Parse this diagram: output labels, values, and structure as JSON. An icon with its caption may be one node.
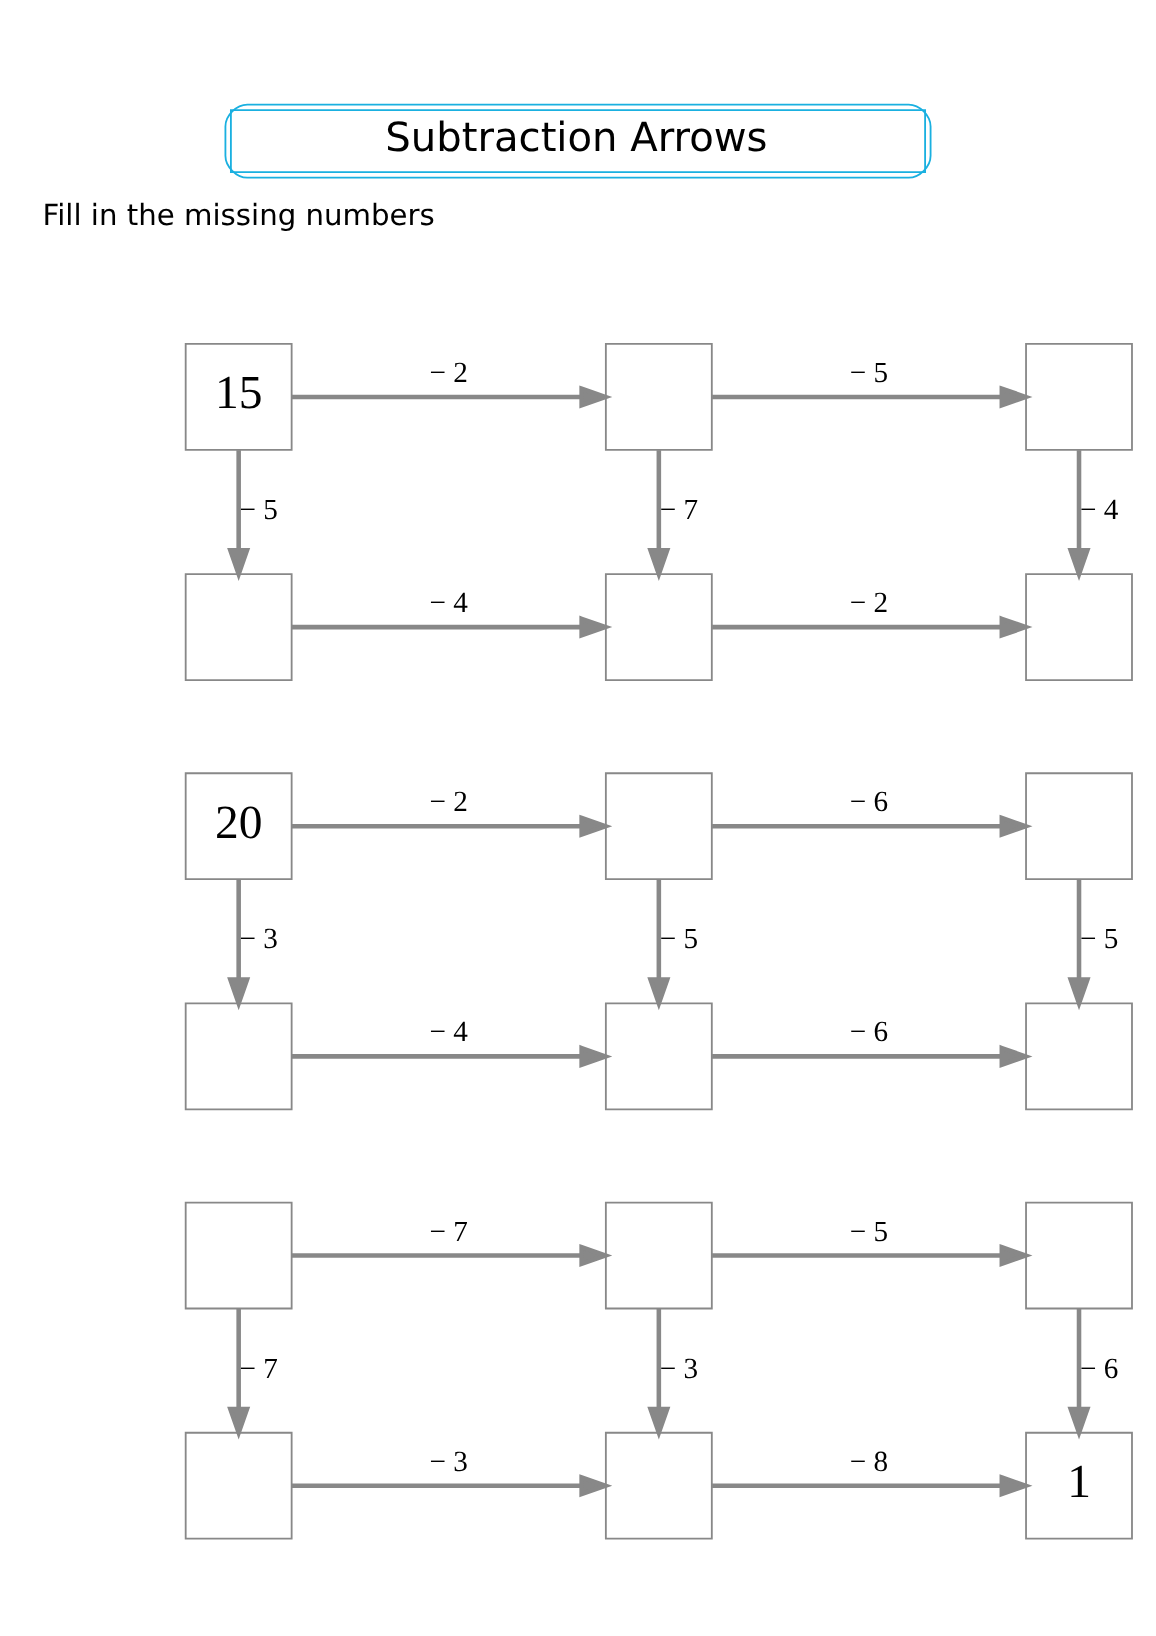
{
  "diagram": {
    "title": "Subtraction Arrows",
    "nodes": [
      {
        "text": [
          "15"
        ]
      },
      {
        "text": [],
        "shape": "box"
      },
      {
        "text": [],
        "shape": "box"
      },
      {
        "text": [],
        "shape": "box"
      },
      {
        "text": [],
        "shape": "box"
      },
      {
        "text": [],
        "shape": "box"
      },
      {
        "text": [
          "20"
        ]
      },
      {
        "text": [],
        "shape": "box"
      },
      {
        "text": [],
        "shape": "box"
      },
      {
        "text": [],
        "shape": "box"
      },
      {
        "text": [],
        "shape": "box"
      },
      {
        "text": [],
        "shape": "box"
      },
      {
        "text": [],
        "shape": "box"
      },
      {
        "text": [],
        "shape": "box"
      },
      {
        "text": [],
        "shape": "box"
      },
      {
        "text": [],
        "shape": "box"
      },
      {
        "text": [],
        "shape": "box"
      },
      {
        "text": [
          "1"
        ]
      }
    ],
    "edges": [
      {
        "from": 0,
        "to": 1,
        "arrow": "to",
        "label": "− 2"
      },
      {
        "from": 1,
        "to": 2,
        "arrow": "to",
        "label": "− 5"
      },
      {
        "from": 0,
        "to": 3,
        "arrow": "to",
        "label": "− 5"
      },
      {
        "from": 1,
        "to": 4,
        "arrow": "to",
        "label": "− 7"
      },
      {
        "from": 2,
        "to": 5,
        "arrow": "to",
        "label": "− 4"
      },
      {
        "from": 3,
        "to": 4,
        "arrow": "to",
        "label": "− 4"
      },
      {
        "from": 4,
        "to": 5,
        "arrow": "to",
        "label": "− 2"
      },
      {
        "from": 6,
        "to": 7,
        "arrow": "to",
        "label": "− 2"
      },
      {
        "from": 7,
        "to": 8,
        "arrow": "to",
        "label": "− 6"
      },
      {
        "from": 6,
        "to": 9,
        "arrow": "to",
        "label": "− 3"
      },
      {
        "from": 7,
        "to": 10,
        "arrow": "to",
        "label": "− 5"
      },
      {
        "from": 8,
        "to": 11,
        "arrow": "to",
        "label": "− 5"
      },
      {
        "from": 9,
        "to": 10,
        "arrow": "to",
        "label": "− 4"
      },
      {
        "from": 10,
        "to": 11,
        "arrow": "to",
        "label": "− 6"
      },
      {
        "from": 12,
        "to": 13,
        "arrow": "to",
        "label": "− 7"
      },
      {
        "from": 13,
        "to": 14,
        "arrow": "to",
        "label": "− 5"
      },
      {
        "from": 12,
        "to": 15,
        "arrow": "to",
        "label": "− 7"
      },
      {
        "from": 13,
        "to": 16,
        "arrow": "to",
        "label": "− 3"
      },
      {
        "from": 14,
        "to": 17,
        "arrow": "to",
        "label": "− 6"
      },
      {
        "from": 15,
        "to": 16,
        "arrow": "to",
        "label": "− 3"
      },
      {
        "from": 16,
        "to": 17,
        "arrow": "to",
        "label": "− 8"
      }
    ],
    "labels": [
      "Fill in the missing numbers"
    ]
  }
}
